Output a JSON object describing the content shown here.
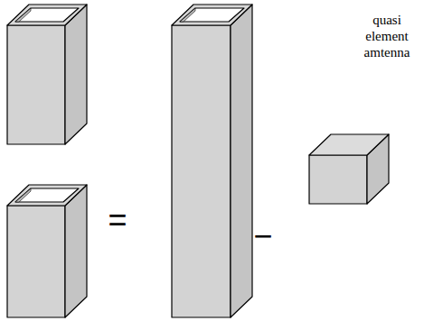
{
  "diagram": {
    "labels": [
      "=",
      "−",
      "quasi element amtenna"
    ]
  }
}
